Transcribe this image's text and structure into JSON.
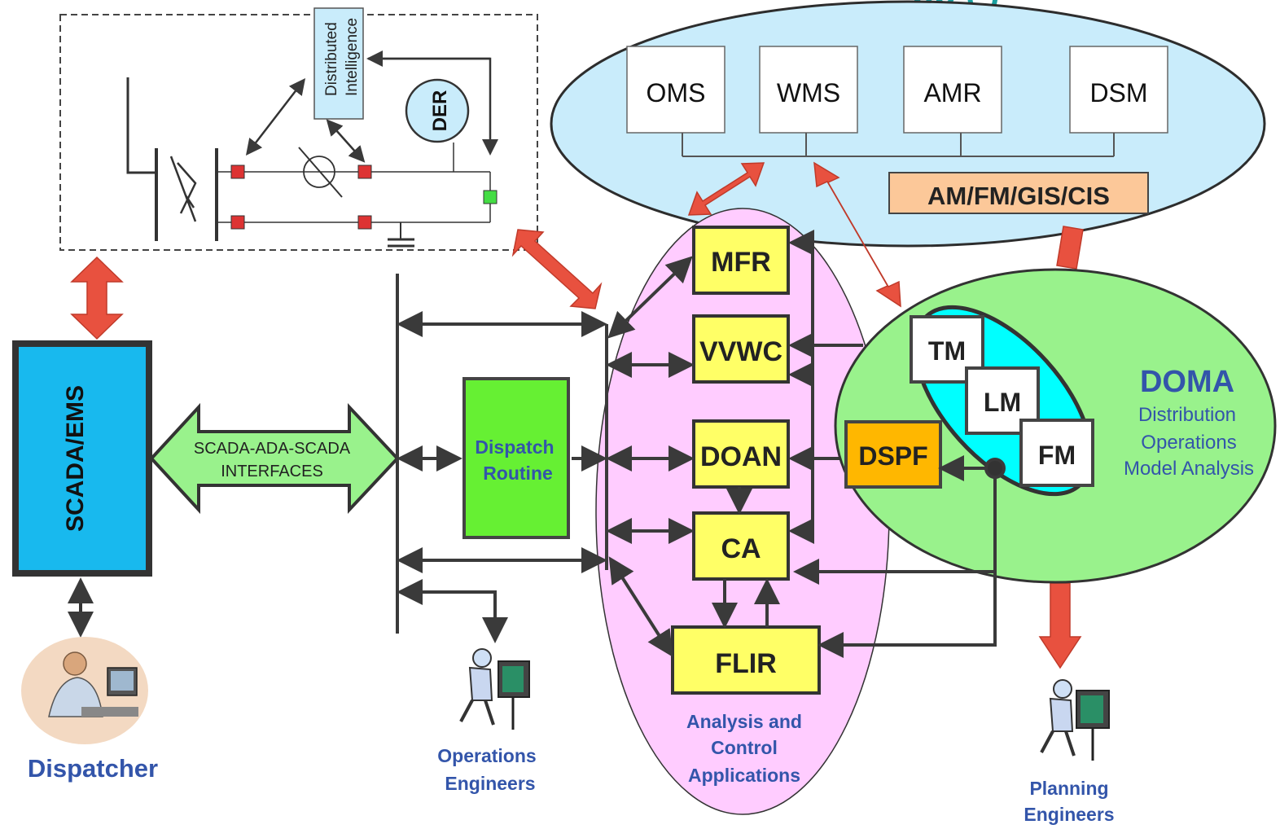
{
  "header_partial": "pp         ( )",
  "top_apps": {
    "boxes": [
      "OMS",
      "WMS",
      "AMR",
      "DSM"
    ],
    "gis_label": "AM/FM/GIS/CIS"
  },
  "field": {
    "distributed_intelligence_line1": "Distributed",
    "distributed_intelligence_line2": "Intelligence",
    "der_label": "DER"
  },
  "scada": {
    "label": "SCADA/EMS",
    "interface_line1": "SCADA-ADA-SCADA",
    "interface_line2": "INTERFACES"
  },
  "dispatch": {
    "line1": "Dispatch",
    "line2": "Routine"
  },
  "analysis": {
    "boxes": [
      "MFR",
      "VVWC",
      "DOAN",
      "CA",
      "FLIR"
    ],
    "caption_line1": "Analysis and",
    "caption_line2": "Control",
    "caption_line3": "Applications"
  },
  "doma": {
    "title": "DOMA",
    "subtitle_line1": "Distribution",
    "subtitle_line2": "Operations",
    "subtitle_line3": "Model Analysis",
    "inner_boxes": [
      "TM",
      "LM",
      "FM"
    ],
    "dspf_label": "DSPF"
  },
  "people": {
    "dispatcher": "Dispatcher",
    "operations_line1": "Operations",
    "operations_line2": "Engineers",
    "planning_line1": "Planning",
    "planning_line2": "Engineers"
  },
  "colors": {
    "red_arrow": "#e8513f",
    "light_blue": "#c9ecfb",
    "scada_blue": "#18b9ee",
    "green_bright": "#66f033",
    "pink": "#ffccff",
    "yellow": "#ffff66",
    "light_green": "#99f28c",
    "cyan": "#00ffff",
    "orange": "#ffb700",
    "peach": "#fcc899",
    "label_blue": "#3355aa"
  }
}
